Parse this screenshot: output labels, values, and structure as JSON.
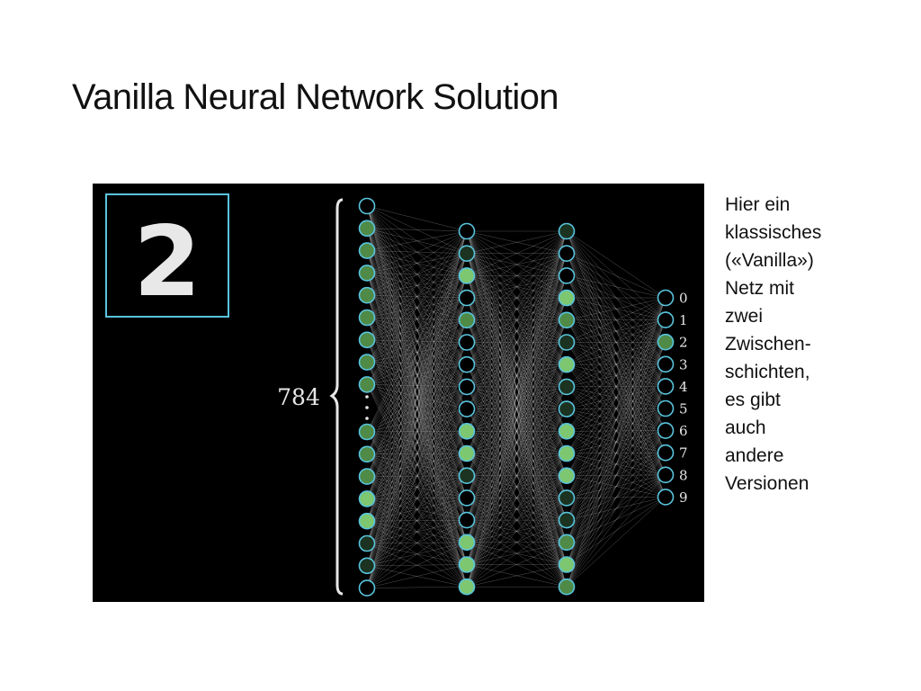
{
  "slide": {
    "title": "Vanilla Neural Network Solution",
    "note": "Hier ein\nklassisches\n(«Vanilla»)\nNetz mit\nzwei\nZwischen-\nschichten,\nes gibt\nauch\nandere\nVersionen"
  },
  "diagram": {
    "input_digit": "2",
    "input_count_label": "784",
    "output_labels": [
      "0",
      "1",
      "2",
      "3",
      "4",
      "5",
      "6",
      "7",
      "8",
      "9"
    ],
    "colors": {
      "background": "#000000",
      "node_stroke": "#58c4dd",
      "bright": "#7dc770",
      "medium": "#4f8a47",
      "dark": "#1b3320",
      "edge": "#cfcfcf",
      "text": "#e6e6e6"
    },
    "layers": [
      {
        "name": "input",
        "activations_top": [
          0.0,
          0.55,
          0.6,
          0.7,
          0.6,
          0.5,
          0.55,
          0.6,
          0.45
        ],
        "activations_bottom": [
          0.55,
          0.55,
          0.65,
          0.75,
          0.8,
          0.3,
          0.3,
          0.1
        ]
      },
      {
        "name": "hidden-1",
        "activations": [
          0.05,
          0.3,
          0.95,
          0.05,
          0.6,
          0.05,
          0.1,
          0.05,
          0.05,
          0.9,
          0.9,
          0.35,
          0.05,
          0.05,
          0.85,
          0.9,
          0.95
        ]
      },
      {
        "name": "hidden-2",
        "activations": [
          0.35,
          0.15,
          0.1,
          0.95,
          0.6,
          0.3,
          0.9,
          0.3,
          0.35,
          0.9,
          0.95,
          0.85,
          0.3,
          0.3,
          0.55,
          0.95,
          0.5
        ]
      },
      {
        "name": "output",
        "activations": [
          0.05,
          0.1,
          0.5,
          0.1,
          0.1,
          0.1,
          0.1,
          0.1,
          0.05,
          0.05
        ]
      }
    ]
  }
}
